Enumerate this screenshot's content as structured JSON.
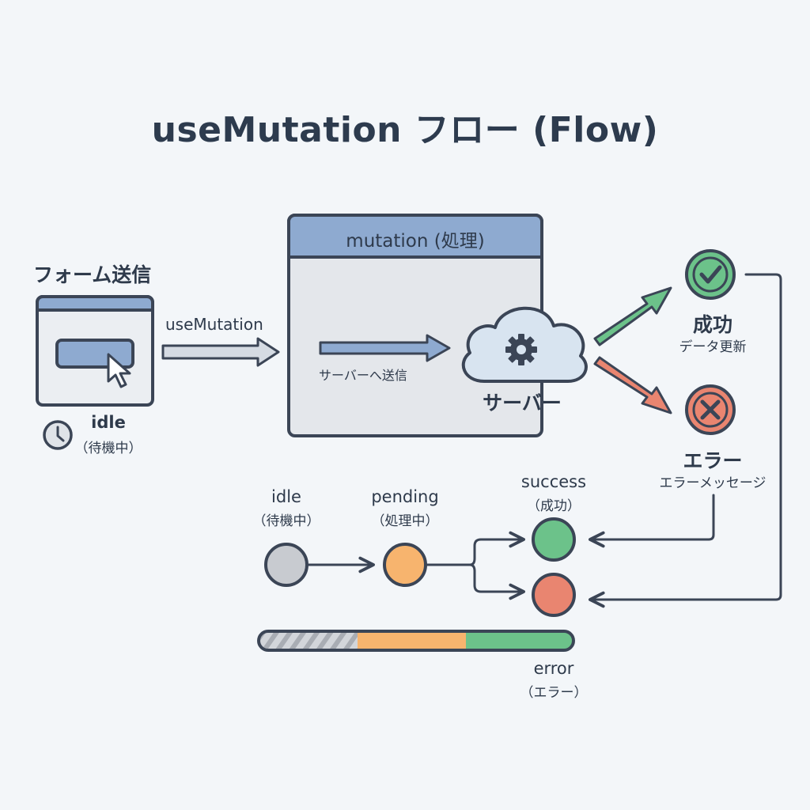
{
  "title": "useMutation フロー (Flow)",
  "form": {
    "label": "フォーム送信",
    "state": "idle",
    "state_jp": "（待機中）",
    "icon": "clock-icon"
  },
  "arrow_main_label": "useMutation",
  "mutation_box": {
    "title": "mutation (処理)",
    "send_label": "サーバーへ送信",
    "server_label": "サーバー",
    "server_icon": "cloud-gear-icon"
  },
  "outcomes": {
    "success": {
      "label": "成功",
      "sub": "データ更新",
      "icon": "check-icon"
    },
    "error": {
      "label": "エラー",
      "sub": "エラーメッセージ",
      "icon": "x-icon"
    }
  },
  "states": {
    "idle": {
      "name": "idle",
      "jp": "（待機中）"
    },
    "pending": {
      "name": "pending",
      "jp": "（処理中）"
    },
    "success": {
      "name": "success",
      "jp": "（成功）"
    },
    "error": {
      "name": "error",
      "jp": "（エラー）"
    }
  },
  "colors": {
    "background": "#f3f6f9",
    "outline": "#3b4556",
    "header_blue": "#8eaad0",
    "idle_gray": "#c8cbd0",
    "pending_orange": "#f7b46e",
    "success_green": "#6cc28a",
    "error_red": "#e98570"
  }
}
